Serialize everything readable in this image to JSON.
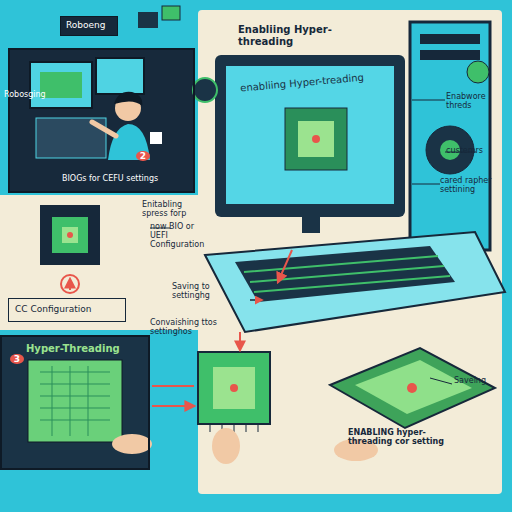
{
  "diagram": {
    "title": "Enabliing Hyper-threading",
    "nodes": [
      {
        "text": [
          "Roboeng"
        ]
      },
      {
        "text": [
          "Robosging",
          "BIOGs for CEFU settings"
        ]
      },
      {
        "text": [
          "enabliing Hyper-treading"
        ]
      },
      {
        "text": [
          "CC Configuration"
        ]
      },
      {
        "text": [
          "Hyper-Threading"
        ]
      }
    ],
    "labels": [
      "2",
      "Enabwore threds",
      "custemrs",
      "cared rapher settining",
      "Enitabling spress forp",
      "now BIO or UEFI Configuration",
      "Saving to settinghg",
      "Convaishing ttos settinghos",
      "3",
      "Saveing",
      "ENABLING hyper-threading cor setting"
    ]
  }
}
